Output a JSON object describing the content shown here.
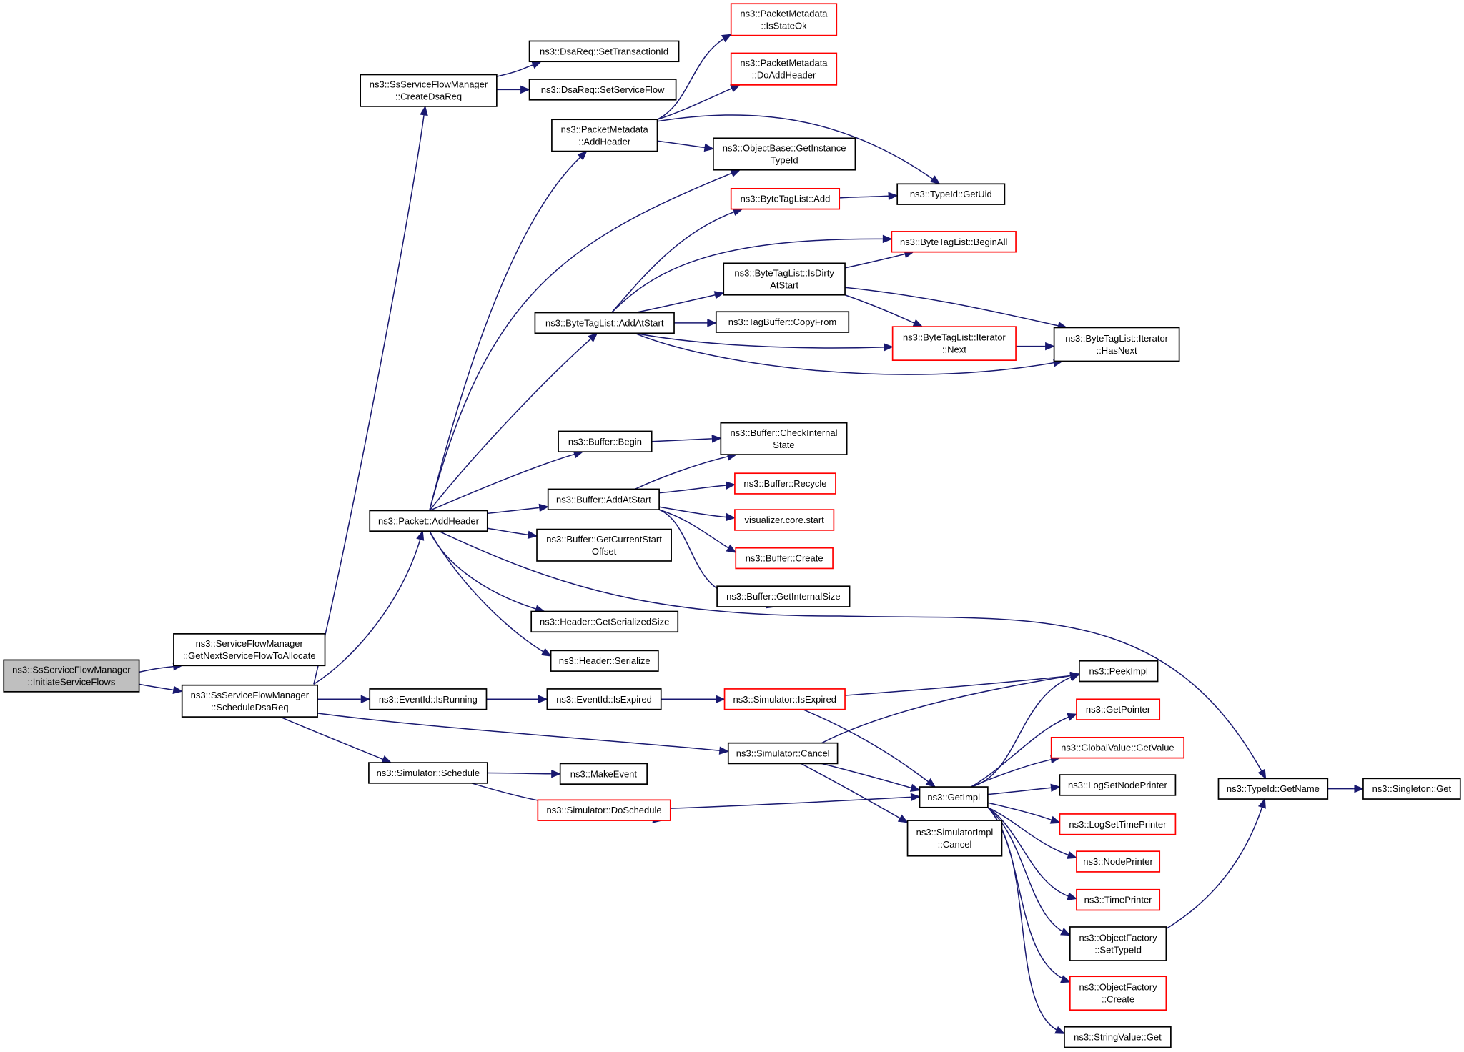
{
  "nodes": [
    {
      "id": "initiate",
      "lines": [
        "ns3::SsServiceFlowManager",
        "::InitiateServiceFlows"
      ],
      "style": "root"
    },
    {
      "id": "getnext",
      "lines": [
        "ns3::ServiceFlowManager",
        "::GetNextServiceFlowToAllocate"
      ],
      "style": "normal"
    },
    {
      "id": "scheduledsa",
      "lines": [
        "ns3::SsServiceFlowManager",
        "::ScheduleDsaReq"
      ],
      "style": "normal"
    },
    {
      "id": "createdsa",
      "lines": [
        "ns3::SsServiceFlowManager",
        "::CreateDsaReq"
      ],
      "style": "normal"
    },
    {
      "id": "settrans",
      "lines": [
        "ns3::DsaReq::SetTransactionId"
      ],
      "style": "normal"
    },
    {
      "id": "setsf",
      "lines": [
        "ns3::DsaReq::SetServiceFlow"
      ],
      "style": "normal"
    },
    {
      "id": "pktaddheader",
      "lines": [
        "ns3::Packet::AddHeader"
      ],
      "style": "normal"
    },
    {
      "id": "pmaddheader",
      "lines": [
        "ns3::PacketMetadata",
        "::AddHeader"
      ],
      "style": "normal"
    },
    {
      "id": "pmisstateok",
      "lines": [
        "ns3::PacketMetadata",
        "::IsStateOk"
      ],
      "style": "red"
    },
    {
      "id": "pmdoadd",
      "lines": [
        "ns3::PacketMetadata",
        "::DoAddHeader"
      ],
      "style": "red"
    },
    {
      "id": "getinst",
      "lines": [
        "ns3::ObjectBase::GetInstance",
        "TypeId"
      ],
      "style": "normal"
    },
    {
      "id": "getuid",
      "lines": [
        "ns3::TypeId::GetUid"
      ],
      "style": "normal"
    },
    {
      "id": "btladd",
      "lines": [
        "ns3::ByteTagList::Add"
      ],
      "style": "red"
    },
    {
      "id": "beginall",
      "lines": [
        "ns3::ByteTagList::BeginAll"
      ],
      "style": "red"
    },
    {
      "id": "isdirty",
      "lines": [
        "ns3::ByteTagList::IsDirty",
        "AtStart"
      ],
      "style": "normal"
    },
    {
      "id": "addatstart",
      "lines": [
        "ns3::ByteTagList::AddAtStart"
      ],
      "style": "normal"
    },
    {
      "id": "copyfrom",
      "lines": [
        "ns3::TagBuffer::CopyFrom"
      ],
      "style": "normal"
    },
    {
      "id": "iternext",
      "lines": [
        "ns3::ByteTagList::Iterator",
        "::Next"
      ],
      "style": "red"
    },
    {
      "id": "hasnext",
      "lines": [
        "ns3::ByteTagList::Iterator",
        "::HasNext"
      ],
      "style": "normal"
    },
    {
      "id": "bufbegin",
      "lines": [
        "ns3::Buffer::Begin"
      ],
      "style": "normal"
    },
    {
      "id": "checkint",
      "lines": [
        "ns3::Buffer::CheckInternal",
        "State"
      ],
      "style": "normal"
    },
    {
      "id": "bufadd",
      "lines": [
        "ns3::Buffer::AddAtStart"
      ],
      "style": "normal"
    },
    {
      "id": "recycle",
      "lines": [
        "ns3::Buffer::Recycle"
      ],
      "style": "red"
    },
    {
      "id": "vizstart",
      "lines": [
        "visualizer.core.start"
      ],
      "style": "red"
    },
    {
      "id": "bufcreate",
      "lines": [
        "ns3::Buffer::Create"
      ],
      "style": "red"
    },
    {
      "id": "getinternal",
      "lines": [
        "ns3::Buffer::GetInternalSize"
      ],
      "style": "normal"
    },
    {
      "id": "getcur",
      "lines": [
        "ns3::Buffer::GetCurrentStart",
        "Offset"
      ],
      "style": "normal"
    },
    {
      "id": "getsersize",
      "lines": [
        "ns3::Header::GetSerializedSize"
      ],
      "style": "normal"
    },
    {
      "id": "serialize",
      "lines": [
        "ns3::Header::Serialize"
      ],
      "style": "normal"
    },
    {
      "id": "isrunning",
      "lines": [
        "ns3::EventId::IsRunning"
      ],
      "style": "normal"
    },
    {
      "id": "isexpired",
      "lines": [
        "ns3::EventId::IsExpired"
      ],
      "style": "normal"
    },
    {
      "id": "simexpired",
      "lines": [
        "ns3::Simulator::IsExpired"
      ],
      "style": "red"
    },
    {
      "id": "peekimpl",
      "lines": [
        "ns3::PeekImpl"
      ],
      "style": "normal"
    },
    {
      "id": "simcancel",
      "lines": [
        "ns3::Simulator::Cancel"
      ],
      "style": "normal"
    },
    {
      "id": "simschedule",
      "lines": [
        "ns3::Simulator::Schedule"
      ],
      "style": "normal"
    },
    {
      "id": "makeevent",
      "lines": [
        "ns3::MakeEvent"
      ],
      "style": "normal"
    },
    {
      "id": "doschedule",
      "lines": [
        "ns3::Simulator::DoSchedule"
      ],
      "style": "red"
    },
    {
      "id": "getimpl",
      "lines": [
        "ns3::GetImpl"
      ],
      "style": "normal"
    },
    {
      "id": "implcancel",
      "lines": [
        "ns3::SimulatorImpl",
        "::Cancel"
      ],
      "style": "normal"
    },
    {
      "id": "getpointer",
      "lines": [
        "ns3::GetPointer"
      ],
      "style": "red"
    },
    {
      "id": "gvgetvalue",
      "lines": [
        "ns3::GlobalValue::GetValue"
      ],
      "style": "red"
    },
    {
      "id": "lognode",
      "lines": [
        "ns3::LogSetNodePrinter"
      ],
      "style": "normal"
    },
    {
      "id": "logtime",
      "lines": [
        "ns3::LogSetTimePrinter"
      ],
      "style": "red"
    },
    {
      "id": "nodeprinter",
      "lines": [
        "ns3::NodePrinter"
      ],
      "style": "red"
    },
    {
      "id": "timeprinter",
      "lines": [
        "ns3::TimePrinter"
      ],
      "style": "red"
    },
    {
      "id": "ofsettype",
      "lines": [
        "ns3::ObjectFactory",
        "::SetTypeId"
      ],
      "style": "normal"
    },
    {
      "id": "ofcreate",
      "lines": [
        "ns3::ObjectFactory",
        "::Create"
      ],
      "style": "red"
    },
    {
      "id": "strget",
      "lines": [
        "ns3::StringValue::Get"
      ],
      "style": "normal"
    },
    {
      "id": "getname",
      "lines": [
        "ns3::TypeId::GetName"
      ],
      "style": "normal"
    },
    {
      "id": "singleton",
      "lines": [
        "ns3::Singleton::Get"
      ],
      "style": "normal"
    }
  ],
  "edges": [
    [
      "initiate",
      "getnext"
    ],
    [
      "initiate",
      "scheduledsa"
    ],
    [
      "scheduledsa",
      "createdsa"
    ],
    [
      "scheduledsa",
      "pktaddheader"
    ],
    [
      "scheduledsa",
      "isrunning"
    ],
    [
      "scheduledsa",
      "simcancel"
    ],
    [
      "scheduledsa",
      "simschedule"
    ],
    [
      "createdsa",
      "settrans"
    ],
    [
      "createdsa",
      "setsf"
    ],
    [
      "pktaddheader",
      "pmaddheader"
    ],
    [
      "pktaddheader",
      "getinst"
    ],
    [
      "pktaddheader",
      "addatstart"
    ],
    [
      "pktaddheader",
      "bufbegin"
    ],
    [
      "pktaddheader",
      "bufadd"
    ],
    [
      "pktaddheader",
      "getcur"
    ],
    [
      "pktaddheader",
      "getsersize"
    ],
    [
      "pktaddheader",
      "serialize"
    ],
    [
      "pktaddheader",
      "getname"
    ],
    [
      "pmaddheader",
      "pmisstateok"
    ],
    [
      "pmaddheader",
      "pmdoadd"
    ],
    [
      "pmaddheader",
      "getinst"
    ],
    [
      "pmaddheader",
      "getuid"
    ],
    [
      "addatstart",
      "btladd"
    ],
    [
      "addatstart",
      "beginall"
    ],
    [
      "addatstart",
      "isdirty"
    ],
    [
      "addatstart",
      "copyfrom"
    ],
    [
      "addatstart",
      "iternext"
    ],
    [
      "addatstart",
      "hasnext"
    ],
    [
      "btladd",
      "getuid"
    ],
    [
      "isdirty",
      "beginall"
    ],
    [
      "isdirty",
      "iternext"
    ],
    [
      "isdirty",
      "hasnext"
    ],
    [
      "iternext",
      "hasnext"
    ],
    [
      "bufbegin",
      "checkint"
    ],
    [
      "bufadd",
      "checkint"
    ],
    [
      "bufadd",
      "recycle"
    ],
    [
      "bufadd",
      "vizstart"
    ],
    [
      "bufadd",
      "bufcreate"
    ],
    [
      "bufadd",
      "getinternal"
    ],
    [
      "isrunning",
      "isexpired"
    ],
    [
      "isexpired",
      "simexpired"
    ],
    [
      "simexpired",
      "peekimpl"
    ],
    [
      "simexpired",
      "getimpl"
    ],
    [
      "simcancel",
      "peekimpl"
    ],
    [
      "simcancel",
      "getimpl"
    ],
    [
      "simcancel",
      "implcancel"
    ],
    [
      "simschedule",
      "makeevent"
    ],
    [
      "simschedule",
      "doschedule"
    ],
    [
      "doschedule",
      "getimpl"
    ],
    [
      "getimpl",
      "peekimpl"
    ],
    [
      "getimpl",
      "getpointer"
    ],
    [
      "getimpl",
      "gvgetvalue"
    ],
    [
      "getimpl",
      "lognode"
    ],
    [
      "getimpl",
      "logtime"
    ],
    [
      "getimpl",
      "nodeprinter"
    ],
    [
      "getimpl",
      "timeprinter"
    ],
    [
      "getimpl",
      "ofsettype"
    ],
    [
      "getimpl",
      "ofcreate"
    ],
    [
      "getimpl",
      "strget"
    ],
    [
      "ofsettype",
      "getname"
    ],
    [
      "getname",
      "singleton"
    ]
  ]
}
